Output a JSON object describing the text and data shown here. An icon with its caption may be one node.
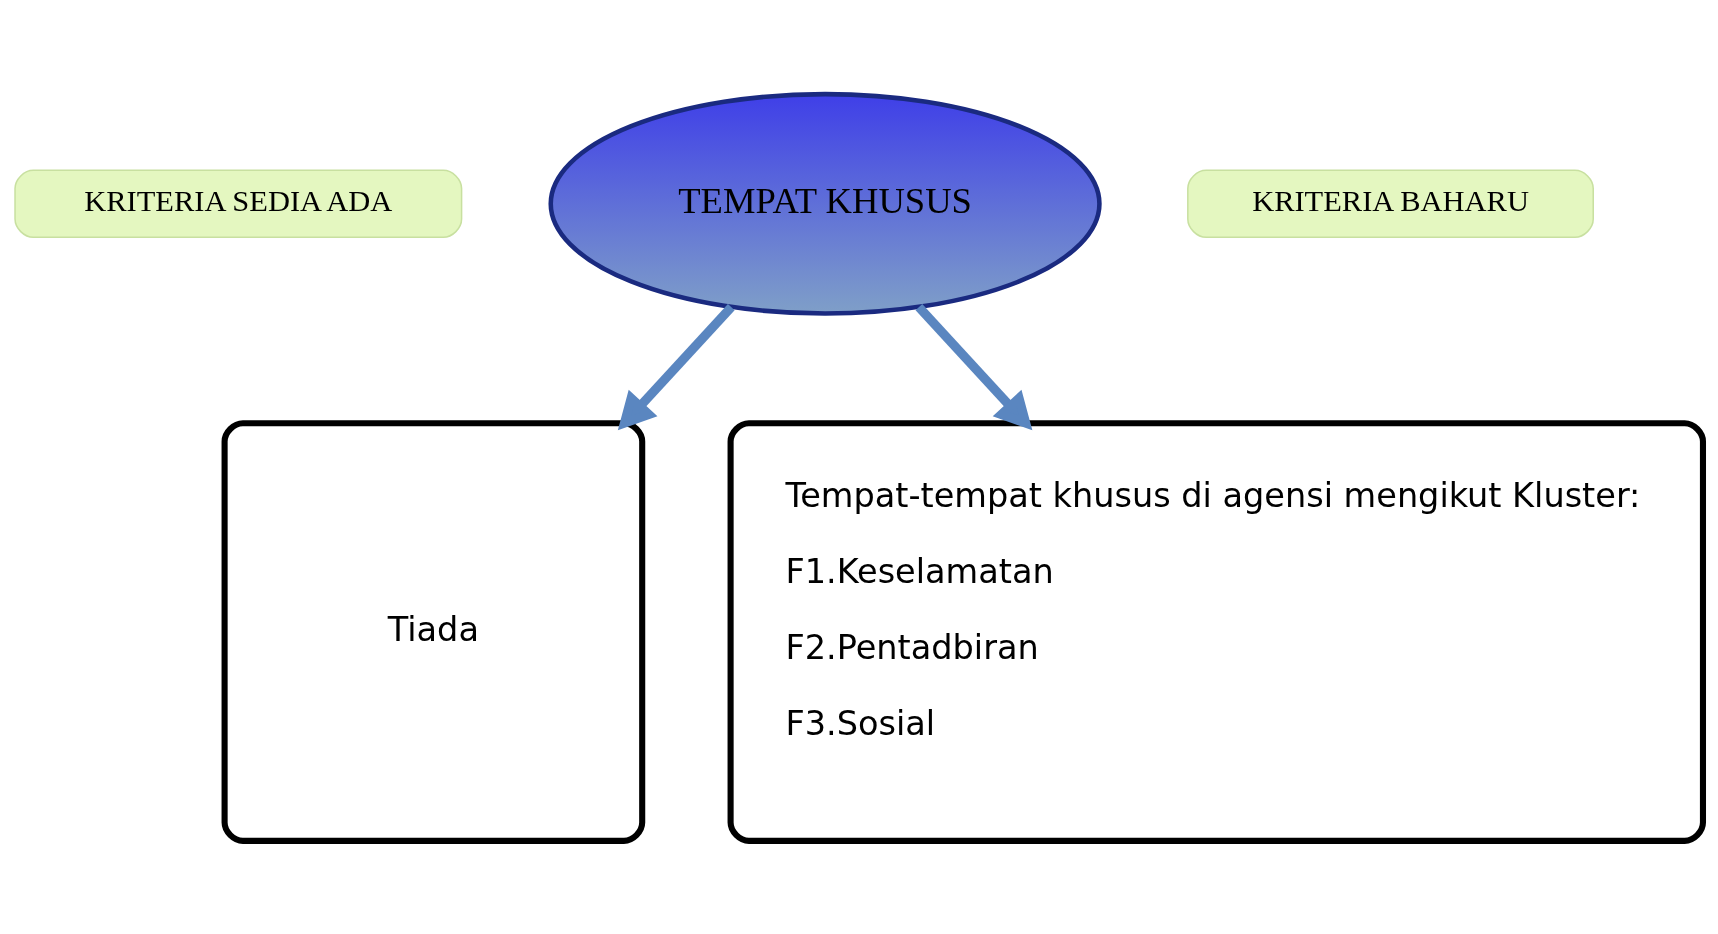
{
  "diagram": {
    "nodes": [
      {
        "text": [
          "KRITERIA SEDIA ADA"
        ]
      },
      {
        "text": [
          "TEMPAT KHUSUS"
        ]
      },
      {
        "text": [
          "KRITERIA BAHARU"
        ]
      },
      {
        "text": [
          "Tiada"
        ]
      },
      {
        "text": [
          "Tempat-tempat khusus di agensi mengikut Kluster:",
          "F1.Keselamatan",
          "F2.Pentadbiran",
          "F3.Sosial"
        ]
      }
    ],
    "edges": [
      {
        "from": 1,
        "to": 3,
        "arrow": "to"
      },
      {
        "from": 1,
        "to": 4,
        "arrow": "to"
      }
    ]
  }
}
